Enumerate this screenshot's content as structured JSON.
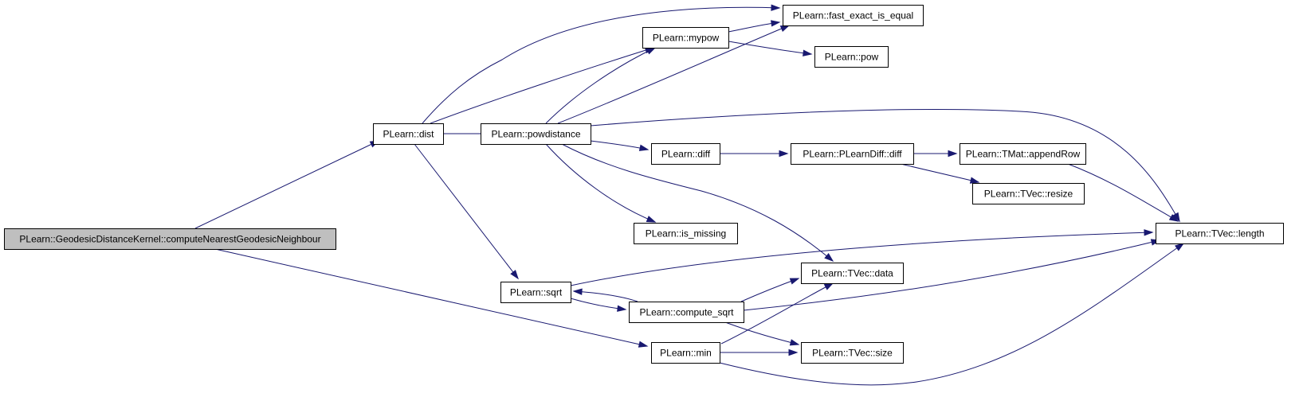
{
  "graph": {
    "edge_color": "#191970",
    "root_fill": "#bfbfbf",
    "node_fill": "#ffffff",
    "nodes": {
      "root": "PLearn::GeodesicDistanceKernel::computeNearestGeodesicNeighbour",
      "dist": "PLearn::dist",
      "fast_exact_is_equal": "PLearn::fast_exact_is_equal",
      "mypow": "PLearn::mypow",
      "pow": "PLearn::pow",
      "powdistance": "PLearn::powdistance",
      "diff": "PLearn::diff",
      "plearndiff_diff": "PLearn::PLearnDiff::diff",
      "tmat_appendrow": "PLearn::TMat::appendRow",
      "tvec_resize": "PLearn::TVec::resize",
      "is_missing": "PLearn::is_missing",
      "tvec_length": "PLearn::TVec::length",
      "tvec_data": "PLearn::TVec::data",
      "sqrt": "PLearn::sqrt",
      "compute_sqrt": "PLearn::compute_sqrt",
      "min": "PLearn::min",
      "tvec_size": "PLearn::TVec::size"
    },
    "edges": [
      [
        "root",
        "dist"
      ],
      [
        "root",
        "min"
      ],
      [
        "dist",
        "fast_exact_is_equal"
      ],
      [
        "dist",
        "mypow"
      ],
      [
        "dist",
        "powdistance"
      ],
      [
        "dist",
        "sqrt"
      ],
      [
        "mypow",
        "fast_exact_is_equal"
      ],
      [
        "mypow",
        "pow"
      ],
      [
        "powdistance",
        "mypow"
      ],
      [
        "powdistance",
        "fast_exact_is_equal"
      ],
      [
        "powdistance",
        "tvec_length"
      ],
      [
        "powdistance",
        "diff"
      ],
      [
        "powdistance",
        "is_missing"
      ],
      [
        "powdistance",
        "tvec_data"
      ],
      [
        "diff",
        "plearndiff_diff"
      ],
      [
        "plearndiff_diff",
        "tmat_appendrow"
      ],
      [
        "plearndiff_diff",
        "tvec_resize"
      ],
      [
        "tmat_appendrow",
        "tvec_length"
      ],
      [
        "sqrt",
        "tvec_length"
      ],
      [
        "sqrt",
        "compute_sqrt"
      ],
      [
        "compute_sqrt",
        "sqrt"
      ],
      [
        "compute_sqrt",
        "tvec_data"
      ],
      [
        "compute_sqrt",
        "tvec_length"
      ],
      [
        "compute_sqrt",
        "tvec_size"
      ],
      [
        "min",
        "tvec_data"
      ],
      [
        "min",
        "tvec_size"
      ],
      [
        "min",
        "tvec_length"
      ]
    ]
  }
}
